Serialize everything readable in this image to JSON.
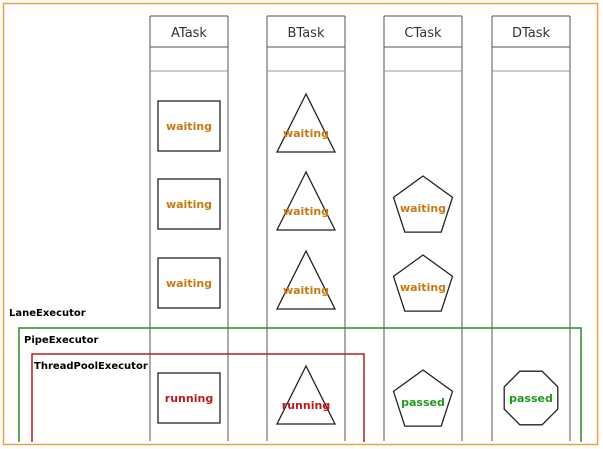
{
  "colors": {
    "outer_border": "#f0a040",
    "column_border": "#555555",
    "shape_stroke": "#222222",
    "lane_border": "#2a8a2a",
    "pipe_border": "#2a8a2a",
    "pool_border": "#b22222",
    "waiting": "#c87a12",
    "running": "#c0171f",
    "passed": "#1f9a1f"
  },
  "columns": [
    {
      "title": "ATask"
    },
    {
      "title": "BTask"
    },
    {
      "title": "CTask"
    },
    {
      "title": "DTask"
    }
  ],
  "containers": {
    "lane": {
      "label": "LaneExecutor"
    },
    "pipe": {
      "label": "PipeExecutor"
    },
    "pool": {
      "label": "ThreadPoolExecutor"
    }
  },
  "tasks": [
    {
      "column": 0,
      "row": 0,
      "shape": "square",
      "status": "waiting"
    },
    {
      "column": 0,
      "row": 1,
      "shape": "square",
      "status": "waiting"
    },
    {
      "column": 0,
      "row": 2,
      "shape": "square",
      "status": "waiting"
    },
    {
      "column": 0,
      "row": 3,
      "shape": "square",
      "status": "running"
    },
    {
      "column": 1,
      "row": 0,
      "shape": "triangle",
      "status": "waiting"
    },
    {
      "column": 1,
      "row": 1,
      "shape": "triangle",
      "status": "waiting"
    },
    {
      "column": 1,
      "row": 2,
      "shape": "triangle",
      "status": "waiting"
    },
    {
      "column": 1,
      "row": 3,
      "shape": "triangle",
      "status": "running"
    },
    {
      "column": 2,
      "row": 1,
      "shape": "pentagon",
      "status": "waiting"
    },
    {
      "column": 2,
      "row": 2,
      "shape": "pentagon",
      "status": "waiting"
    },
    {
      "column": 2,
      "row": 3,
      "shape": "pentagon",
      "status": "passed"
    },
    {
      "column": 3,
      "row": 3,
      "shape": "octagon",
      "status": "passed"
    }
  ]
}
